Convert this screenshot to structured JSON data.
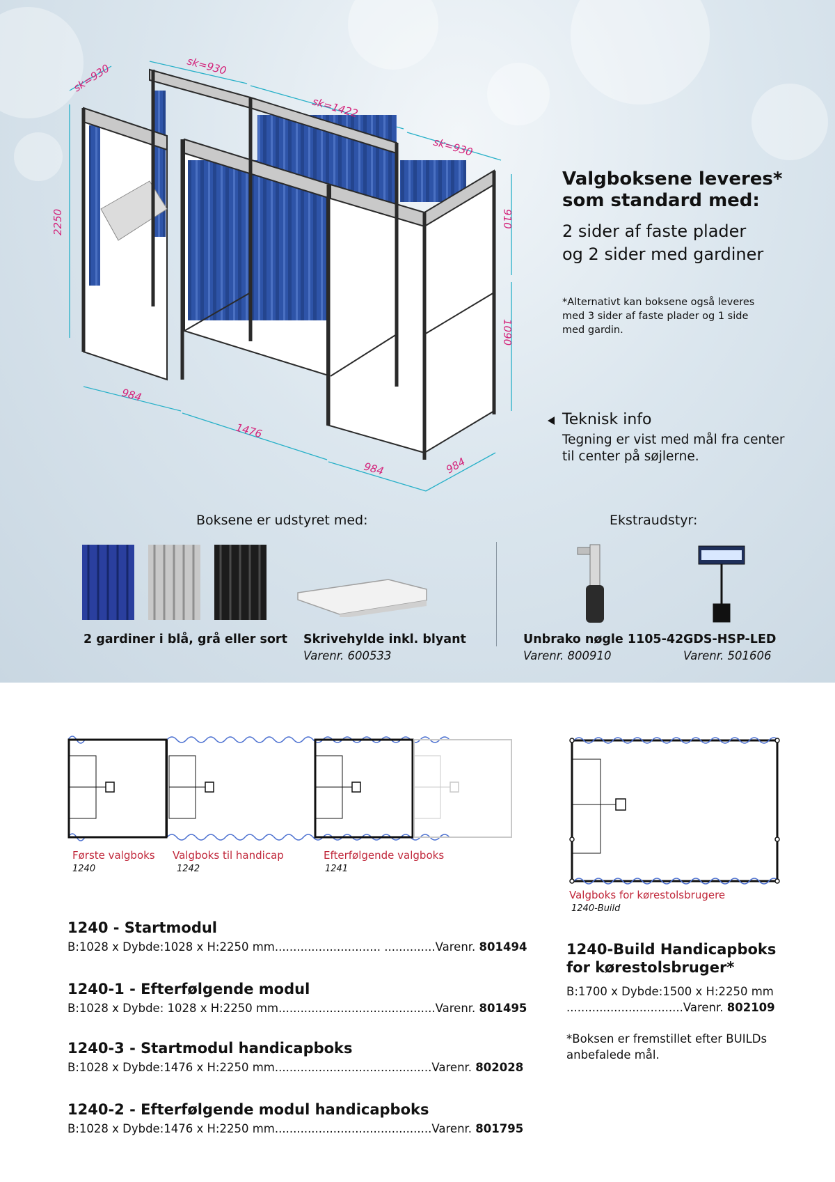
{
  "drawing": {
    "dims": {
      "sk_left": "sk=930",
      "sk_mid1": "sk=930",
      "sk_mid2": "sk=1422",
      "sk_right": "sk=930",
      "height_total": "2250",
      "height_upper": "910",
      "height_lower": "1090",
      "w1": "984",
      "w2": "1476",
      "w3": "984",
      "depth": "984"
    },
    "colors": {
      "curtain": "#2e54a8",
      "frame": "#2a2a2a",
      "dimension": "#26b0c8",
      "dim_text": "#d4237a"
    }
  },
  "headline": {
    "line1": "Valgboksene leveres*",
    "line2": "som standard med:",
    "sub1": "2 sider af faste plader",
    "sub2": "og 2 sider med gardiner",
    "note1": "*Alternativt kan boksene også leveres",
    "note2": "med 3 sider af faste plader og 1 side",
    "note3": "med gardin."
  },
  "teknisk": {
    "title": "Teknisk info",
    "line1": "Tegning er vist med mål fra center",
    "line2": "til center på søjlerne."
  },
  "equipped": {
    "heading": "Boksene er udstyret med:",
    "curtains_label": "2 gardiner i blå, grå eller sort",
    "curtain_colors": [
      "#2a3f9e",
      "#c8c8c8",
      "#1c1c1c"
    ],
    "shelf_label": "Skrivehylde inkl. blyant",
    "shelf_no": "Varenr. 600533"
  },
  "extra": {
    "heading": "Ekstraudstyr:",
    "key_label": "Unbrako nøgle 1105-42",
    "key_no": "Varenr. 800910",
    "lamp_label": "GDS-HSP-LED",
    "lamp_no": "Varenr. 501606"
  },
  "plans": {
    "first_label": "Første valgboks",
    "first_code": "1240",
    "handicap_label": "Valgboks til handicap",
    "handicap_code": "1242",
    "next_label": "Efterfølgende valgboks",
    "next_code": "1241",
    "wheel_label": "Valgboks for kørestolsbrugere",
    "wheel_code": "1240-Build"
  },
  "modules": [
    {
      "title": "1240 - Startmodul",
      "spec": "B:1028 x Dybde:1028 x H:2250 mm",
      "dots": "............................. ..............Varenr. ",
      "no": "801494"
    },
    {
      "title": "1240-1 - Efterfølgende modul",
      "spec": "B:1028 x Dybde: 1028 x H:2250 mm",
      "dots": "...........................................Varenr. ",
      "no": "801495"
    },
    {
      "title": "1240-3 - Startmodul handicapboks",
      "spec": "B:1028 x Dybde:1476 x H:2250 mm",
      "dots": "...........................................Varenr. ",
      "no": "802028"
    },
    {
      "title": "1240-2 - Efterfølgende modul handicapboks",
      "spec": "B:1028 x Dybde:1476 x H:2250 mm",
      "dots": "...........................................Varenr. ",
      "no": "801795"
    }
  ],
  "build": {
    "title1": "1240-Build Handicapboks",
    "title2": "for kørestolsbruger*",
    "spec": "B:1700 x Dybde:1500 x H:2250 mm",
    "dots": "................................Varenr. ",
    "no": "802109",
    "note1": "*Boksen er fremstillet efter BUILDs",
    "note2": "anbefalede mål."
  }
}
